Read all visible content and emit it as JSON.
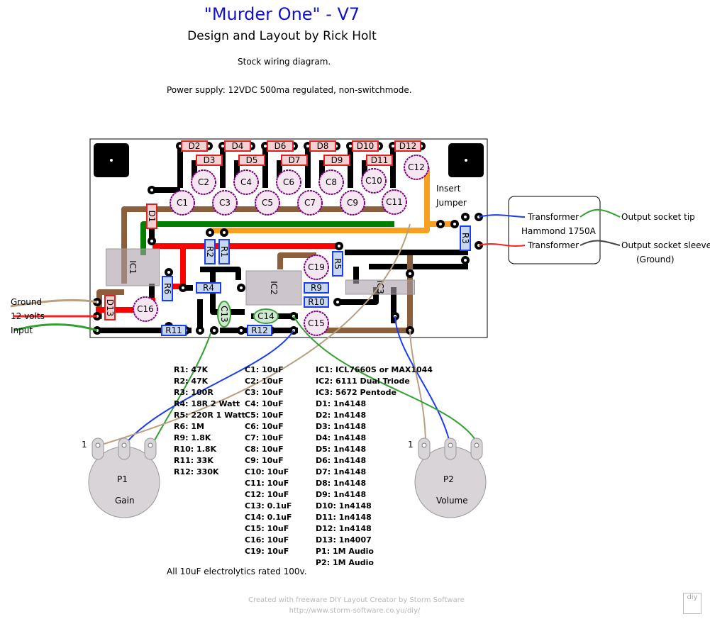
{
  "header": {
    "title": "\"Murder One\" - V7",
    "subtitle": "Design and Layout by Rick Holt",
    "note1": "Stock wiring diagram.",
    "note2": "Power supply: 12VDC 500ma regulated, non-switchmode."
  },
  "board": {
    "components": [
      "D1",
      "D2",
      "D3",
      "D4",
      "D5",
      "D6",
      "D7",
      "D8",
      "D9",
      "D10",
      "D11",
      "D12",
      "D13",
      "C1",
      "C2",
      "C3",
      "C4",
      "C5",
      "C6",
      "C7",
      "C8",
      "C9",
      "C10",
      "C11",
      "C12",
      "C13",
      "C14",
      "C15",
      "C16",
      "C19",
      "R1",
      "R2",
      "R3",
      "R4",
      "R5",
      "R6",
      "R9",
      "R10",
      "R11",
      "R12",
      "IC1",
      "IC2",
      "IC3"
    ],
    "insert_jumper": [
      "Insert",
      "Jumper"
    ]
  },
  "inputs": {
    "ground": "Ground",
    "volts": "12 volts",
    "input": "Input"
  },
  "transformer": {
    "label1": "Transformer",
    "label2": "Transformer",
    "model": "Hammond 1750A",
    "tip": "Output socket tip",
    "sleeve": "Output socket sleeve",
    "ground": "(Ground)"
  },
  "pots": [
    {
      "pin": "1",
      "name": "P1",
      "label": "Gain"
    },
    {
      "pin": "1",
      "name": "P2",
      "label": "Volume"
    }
  ],
  "parts_list": {
    "resistors": [
      "R1: 47K",
      "R2: 47K",
      "R3: 100R",
      "R4: 18R 2 Watt",
      "R5: 220R 1 Watt",
      "R6: 1M",
      "R9: 1.8K",
      "R10: 1.8K",
      "R11: 33K",
      "R12: 330K"
    ],
    "capacitors": [
      "C1: 10uF",
      "C2: 10uF",
      "C3: 10uF",
      "C4: 10uF",
      "C5: 10uF",
      "C6: 10uF",
      "C7: 10uF",
      "C8: 10uF",
      "C9: 10uF",
      "C10: 10uF",
      "C11: 10uF",
      "C12: 10uF",
      "C13: 0.1uF",
      "C14: 0.1uF",
      "C15: 10uF",
      "C16: 10uF",
      "C19: 10uF"
    ],
    "semis": [
      "IC1: ICL7660S or MAX1044",
      "IC2: 6111 Dual Triode",
      "IC3: 5672 Pentode",
      "D1: 1n4148",
      "D2: 1n4148",
      "D3: 1n4148",
      "D4: 1n4148",
      "D5: 1n4148",
      "D6: 1n4148",
      "D7: 1n4148",
      "D8: 1n4148",
      "D9: 1n4148",
      "D10: 1n4148",
      "D11: 1n4148",
      "D12: 1n4148",
      "D13: 1n4007",
      "P1: 1M Audio",
      "P2: 1M Audio"
    ],
    "note": "All 10uF electrolytics rated 100v."
  },
  "footer": {
    "line1": "Created with freeware DIY Layout Creator by Storm Software",
    "line2": "http://www.storm-software.co.yu/diy/"
  },
  "colors": {
    "title": "#1010d0",
    "trace_black": "#000000",
    "trace_brown": "#8b5e3c",
    "trace_green": "#008000",
    "trace_red": "#ff0000",
    "trace_orange": "#f7a020",
    "cap_outline": "#800080",
    "resistor_outline": "#1c3cf0",
    "diode_outline": "#e02020"
  }
}
